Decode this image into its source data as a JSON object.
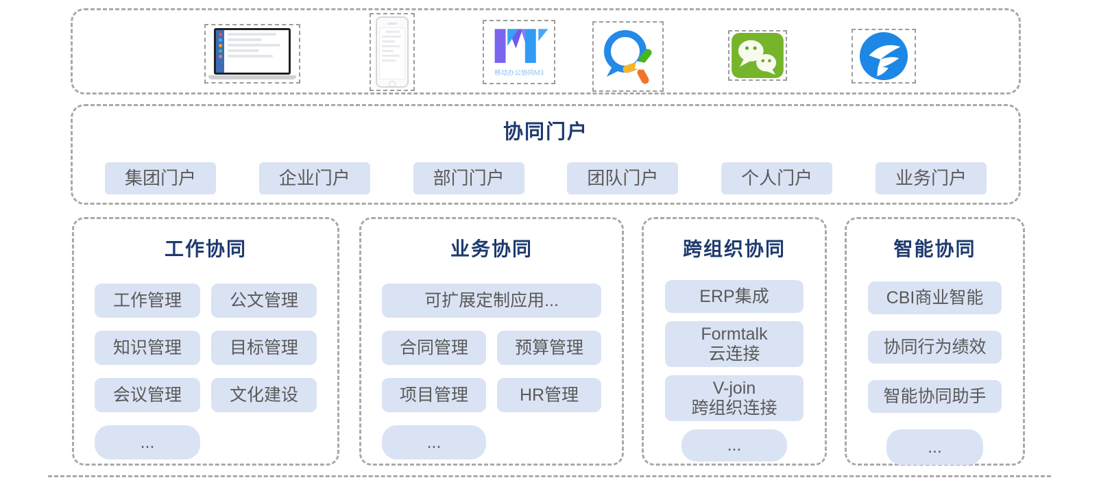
{
  "colors": {
    "title_navy": "#1e3a6e",
    "chip_fill": "#dae3f3",
    "chip_text": "#595959",
    "dashed_border": "#a9a9a9",
    "wechat_green": "#76b42c",
    "dingtalk_blue": "#1d87e5",
    "wework_blue": "#2589e8",
    "m3_purple": "#7a66ec",
    "m3_blue": "#2f9bf5"
  },
  "top_bar": {
    "m3_label": "移动办公协同M3",
    "icons": [
      {
        "name": "laptop-client"
      },
      {
        "name": "mobile-client"
      },
      {
        "name": "m3-app-logo"
      },
      {
        "name": "wechat-work"
      },
      {
        "name": "wechat"
      },
      {
        "name": "dingtalk"
      }
    ]
  },
  "portal": {
    "title": "协同门户",
    "items": [
      "集团门户",
      "企业门户",
      "部门门户",
      "团队门户",
      "个人门户",
      "业务门户"
    ]
  },
  "sections": [
    {
      "title": "工作协同",
      "items": [
        "工作管理",
        "公文管理",
        "知识管理",
        "目标管理",
        "会议管理",
        "文化建设"
      ],
      "more": "..."
    },
    {
      "title": "业务协同",
      "wide_item": "可扩展定制应用...",
      "items": [
        "合同管理",
        "预算管理",
        "项目管理",
        "HR管理"
      ],
      "more": "..."
    },
    {
      "title": "跨组织协同",
      "items": [
        "ERP集成",
        "Formtalk\n云连接",
        "V-join\n跨组织连接"
      ],
      "more": "..."
    },
    {
      "title": "智能协同",
      "items": [
        "CBI商业智能",
        "协同行为绩效",
        "智能协同助手"
      ],
      "more": "..."
    }
  ]
}
